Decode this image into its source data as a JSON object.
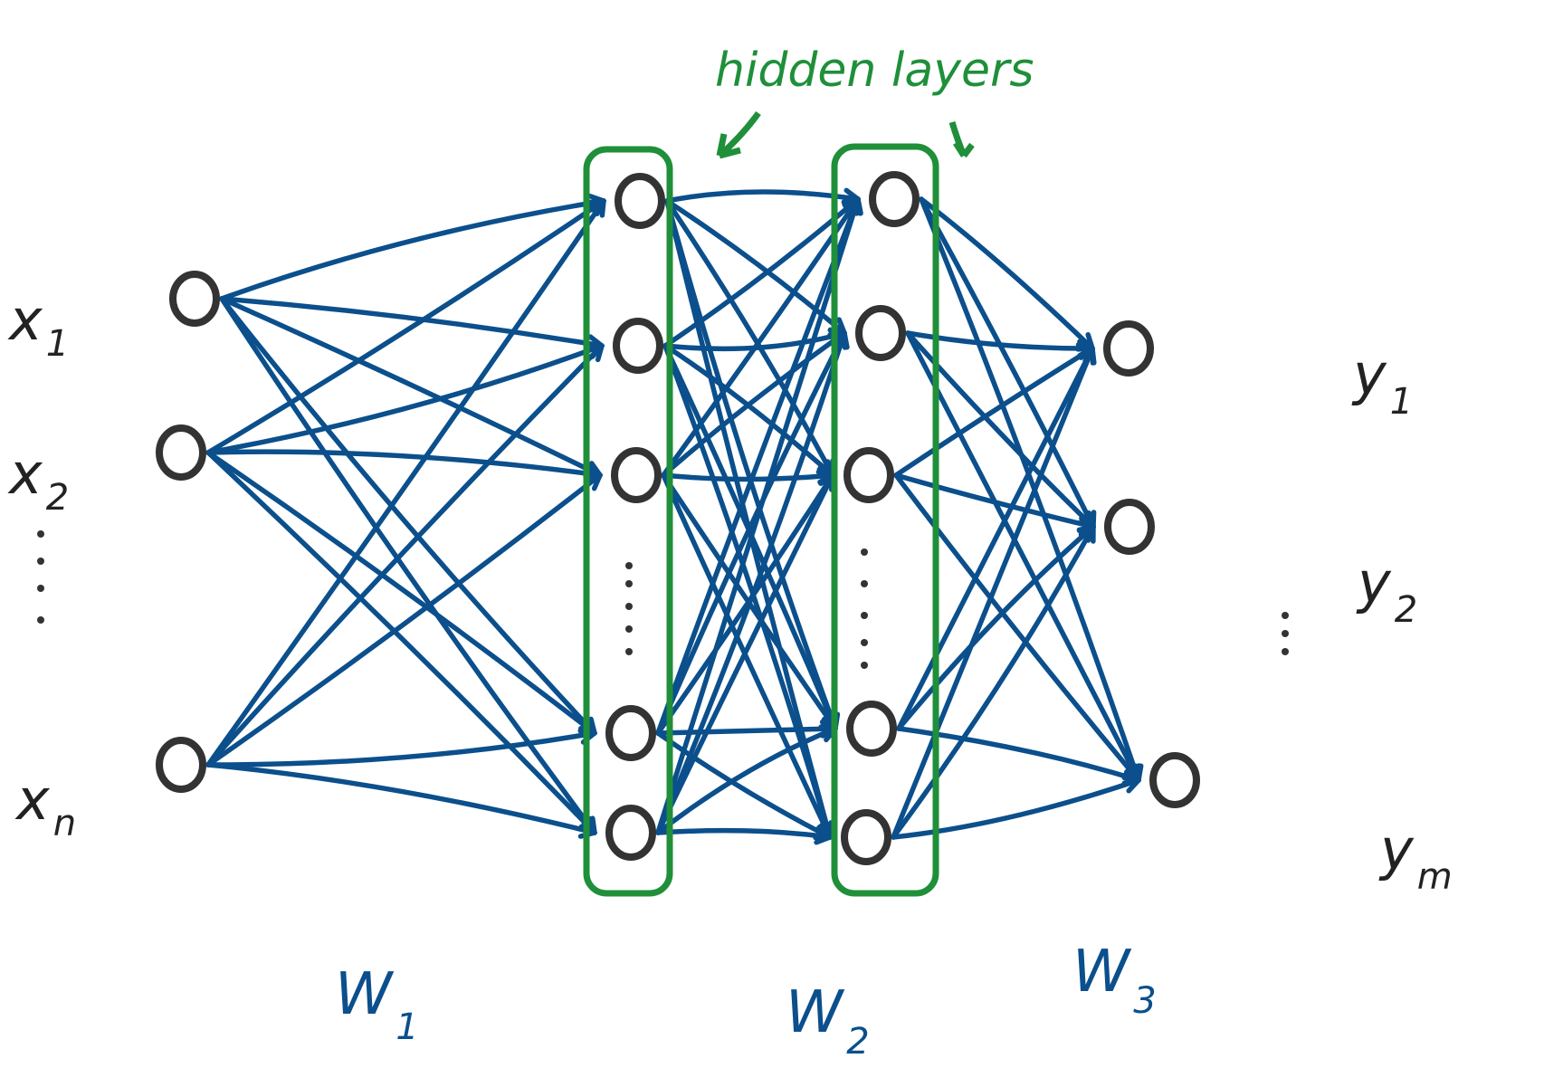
{
  "colors": {
    "edge": "#0b4f8c",
    "node": "#333333",
    "hidden_box": "#1f8f3a",
    "hidden_text": "#1f8f3a",
    "weight_text": "#0b4f8c",
    "label_text": "#222222"
  },
  "labels": {
    "hidden_layers": "hidden layers",
    "inputs": [
      {
        "base": "x",
        "sub": "1"
      },
      {
        "base": "x",
        "sub": "2"
      },
      {
        "base": "x",
        "sub": "n"
      }
    ],
    "outputs": [
      {
        "base": "y",
        "sub": "1"
      },
      {
        "base": "y",
        "sub": "2"
      },
      {
        "base": "y",
        "sub": "m"
      }
    ],
    "weights": [
      {
        "base": "W",
        "sub": "1"
      },
      {
        "base": "W",
        "sub": "2"
      },
      {
        "base": "W",
        "sub": "3"
      }
    ]
  }
}
